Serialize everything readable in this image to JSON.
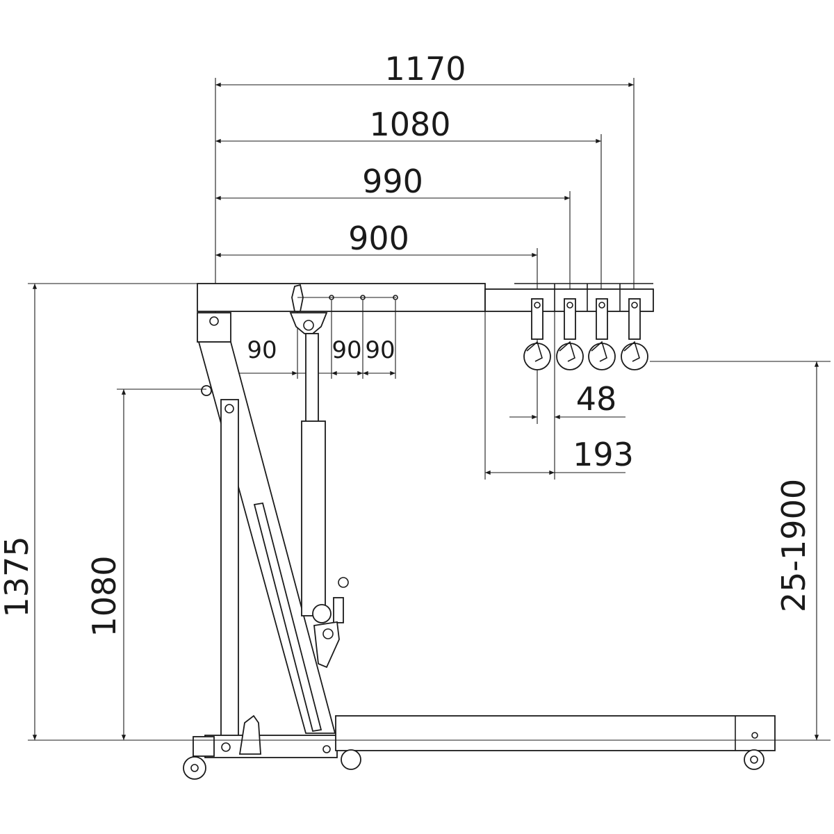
{
  "title": "Engine crane dimension drawing",
  "dimensions": {
    "reach_1": "1170",
    "reach_2": "1080",
    "reach_3": "990",
    "reach_4": "900",
    "pin_offset_1": "90",
    "pin_offset_2": "90",
    "pin_offset_3": "90",
    "hook_spacing": "48",
    "extension_to_hook": "193",
    "total_height": "1375",
    "mast_height": "1080",
    "lift_range": "25-1900"
  },
  "colors": {
    "line": "#1a1a1a",
    "background": "#ffffff"
  }
}
